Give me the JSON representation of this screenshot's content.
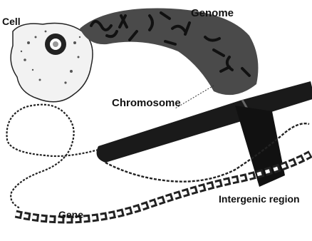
{
  "labels": {
    "cell": "Cell",
    "genome": "Genome",
    "chromosome": "Chromosome",
    "intergenic": "Intergenic region",
    "gene": "Gene"
  },
  "colors": {
    "ink": "#111111",
    "chromosome": "#1a1a1a",
    "cell_body": "#f2f2f2",
    "background": "#ffffff"
  }
}
